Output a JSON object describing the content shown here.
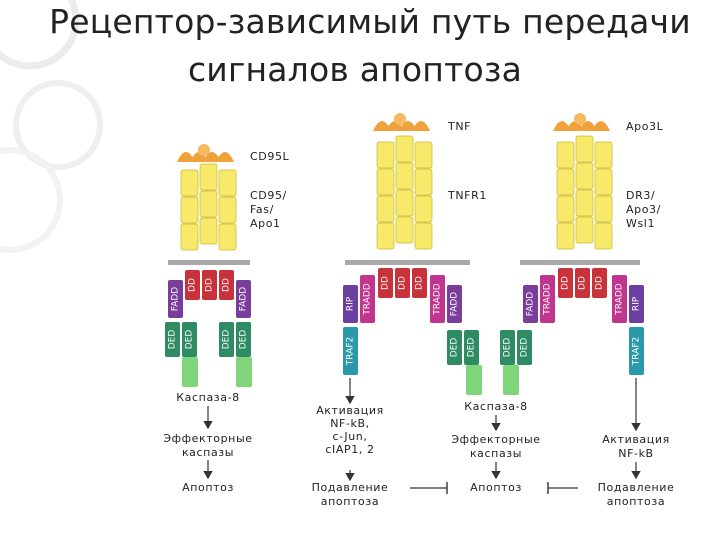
{
  "title": {
    "line1": "Рецептор-зависимый путь передачи",
    "line2": "сигналов апоптоза"
  },
  "pathway1": {
    "ligand": "CD95L",
    "receptor": "CD95/\nFas/\nApo1",
    "adaptor_labels": [
      "FADD",
      "DD",
      "DD",
      "DD",
      "FADD"
    ],
    "ded_labels": [
      "DED DED",
      "DED DED"
    ],
    "caspase": "Каспаза-8",
    "effector": "Эффекторные\nкаспазы",
    "outcome": "Апоптоз"
  },
  "pathway2": {
    "ligand": "TNF",
    "receptor": "TNFR1",
    "left_labels": [
      "RIP",
      "TRADD"
    ],
    "dd_labels": [
      "DD",
      "DD",
      "DD"
    ],
    "right_labels": [
      "TRADD",
      "FADD"
    ],
    "traf": "TRAF2",
    "activation": "Активация\nNF-kB,\nc-Jun,\ncIAP1, 2",
    "suppression": "Подавление\nапоптоза"
  },
  "middle": {
    "ded_labels": [
      "DED DED",
      "DED DED"
    ],
    "caspase": "Каспаза-8",
    "effector": "Эффекторные\nкаспазы",
    "outcome": "Апоптоз"
  },
  "pathway3": {
    "ligand": "Apo3L",
    "receptor": "DR3/\nApo3/\nWsl1",
    "left_labels": [
      "FADD",
      "TRADD"
    ],
    "dd_labels": [
      "DD",
      "DD",
      "DD"
    ],
    "right_labels": [
      "TRADD",
      "RIP"
    ],
    "traf": "TRAF2",
    "activation": "Активация\nNF-kB",
    "suppression": "Подавление\nапоптоза"
  },
  "colors": {
    "ligand": "#f0a23a",
    "receptor": "#f7ea6a",
    "receptor_edge": "#c8b830",
    "membrane": "#a9a9a9",
    "dd_red": "#c8323a",
    "fadd_purple": "#7a3d9a",
    "tradd_magenta": "#c0358e",
    "rip_purple": "#6a3fa0",
    "ded_green": "#2e8b63",
    "caspase_green": "#7fd67a",
    "traf_teal": "#2a9aaa"
  }
}
